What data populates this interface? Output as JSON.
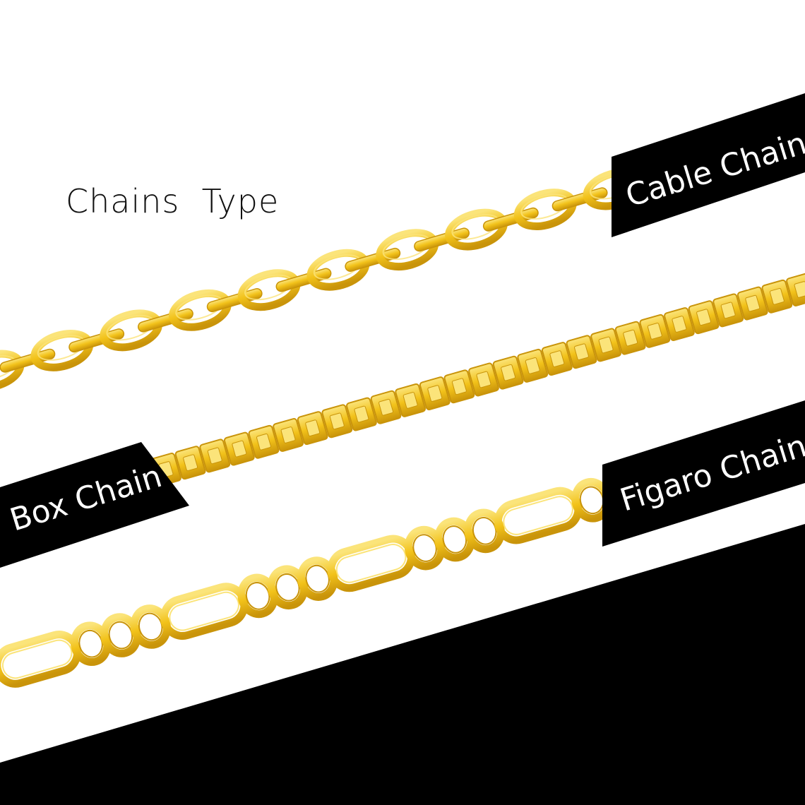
{
  "heading": "Chains  Type",
  "labels": {
    "cable": "Cable Chain",
    "box": "Box Chain",
    "figaro": "Figaro Chain"
  },
  "colors": {
    "background": "#ffffff",
    "band": "#000000",
    "gold": "#f2c21a",
    "gold_light": "#fbe47a",
    "gold_dark": "#c9940a",
    "text_on_band": "#ffffff"
  }
}
